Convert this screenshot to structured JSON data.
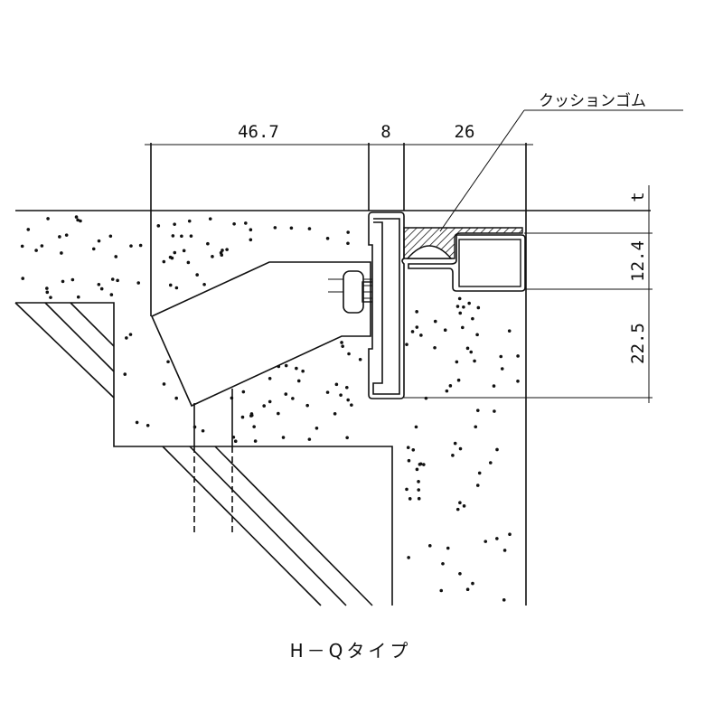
{
  "dimensions": {
    "top": [
      "46.7",
      "8",
      "26"
    ],
    "right": [
      "t",
      "12.4",
      "22.5"
    ]
  },
  "callout": "クッションゴム",
  "title": "H－Qタイプ"
}
